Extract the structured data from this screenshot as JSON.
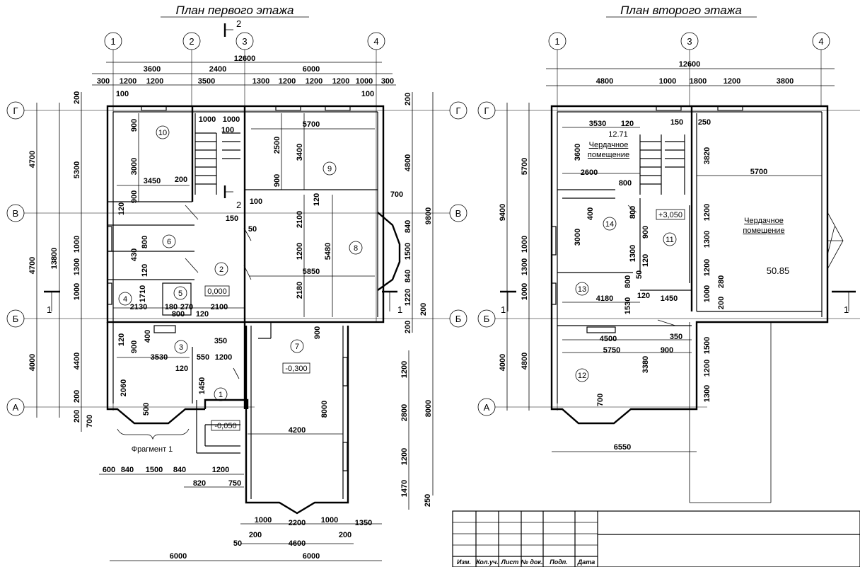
{
  "titles": {
    "first": "План первого этажа",
    "second": "План второго этажа"
  },
  "axes": {
    "n1": "1",
    "n3": "3",
    "n4": "4",
    "g": "Г",
    "v": "В",
    "b": "Б",
    "a": "А"
  },
  "section_mark": "2",
  "section_1": "1",
  "first_floor": {
    "top_total": "12600",
    "top_row1": [
      "3600",
      "2400",
      "6000"
    ],
    "top_row2": [
      "300",
      "1200",
      "1200",
      "3500",
      "1300",
      "1200",
      "1200",
      "1200",
      "1000",
      "300"
    ],
    "top_small": [
      "100",
      "100"
    ],
    "left_col1": [
      "4700",
      "4700",
      "4000"
    ],
    "left_total": "13800",
    "left_col2": [
      "200",
      "5300",
      "1000",
      "1300",
      "1000",
      "4400",
      "200",
      "200",
      "700"
    ],
    "right_dims": [
      "200",
      "4800",
      "9800",
      "840",
      "1500",
      "840",
      "1220",
      "200",
      "200",
      "8000"
    ],
    "annex_dims": [
      "1200",
      "2800",
      "1200",
      "1470",
      "250"
    ],
    "bottom_row1": [
      "600",
      "840",
      "1500",
      "840",
      "1200"
    ],
    "bottom_row2": [
      "820",
      "750"
    ],
    "bottom_total": [
      "6000",
      "6000"
    ],
    "annex_bottom": [
      "1000",
      "2200",
      "1000",
      "1350"
    ],
    "annex_bottom2": [
      "200",
      "4600",
      "200"
    ],
    "annex_50": "50",
    "inner": [
      "900",
      "3000",
      "3450",
      "200",
      "1000",
      "1000",
      "100",
      "5700",
      "2500",
      "3400",
      "900",
      "120",
      "100",
      "150",
      "50",
      "2100",
      "1200",
      "5480",
      "5850",
      "2180",
      "700",
      "120",
      "900",
      "800",
      "430",
      "120",
      "1710",
      "2130",
      "180",
      "270",
      "120",
      "800",
      "2100",
      "350",
      "120",
      "900",
      "400",
      "3530",
      "550",
      "1200",
      "120",
      "2060",
      "1450",
      "500",
      "4200",
      "8000",
      "900"
    ],
    "rooms": [
      "10",
      "9",
      "6",
      "8",
      "2",
      "5",
      "4",
      "3",
      "7",
      "1"
    ],
    "levels": [
      "0,000",
      "-0,300",
      "-0,050"
    ],
    "fragment": "Фрагмент 1"
  },
  "second_floor": {
    "top_total": "12600",
    "top_row": [
      "4800",
      "1000",
      "1800",
      "1200",
      "3800"
    ],
    "left_col1": [
      "9400",
      "4000"
    ],
    "left_col2": [
      "5700",
      "1000",
      "1300",
      "1000",
      "4800"
    ],
    "inner": [
      "3530",
      "120",
      "150",
      "250",
      "3600",
      "2600",
      "800",
      "3820",
      "5700",
      "400",
      "800",
      "3000",
      "900",
      "1300",
      "1200",
      "1300",
      "1200",
      "280",
      "120",
      "800",
      "1530",
      "4180",
      "120",
      "1450",
      "1000",
      "200",
      "4500",
      "350",
      "5750",
      "900",
      "3380",
      "1500",
      "1200",
      "1300",
      "700",
      "6550",
      "50"
    ],
    "area1": "12.71",
    "attic": "Чердачное помещение",
    "attic2": "Чердачное помещение",
    "area2": "50.85",
    "rooms": [
      "14",
      "11",
      "13",
      "12"
    ],
    "level": "+3,050"
  },
  "stamp": [
    "Изм.",
    "Кол.уч.",
    "Лист",
    "№ док.",
    "Подп.",
    "Дата"
  ]
}
